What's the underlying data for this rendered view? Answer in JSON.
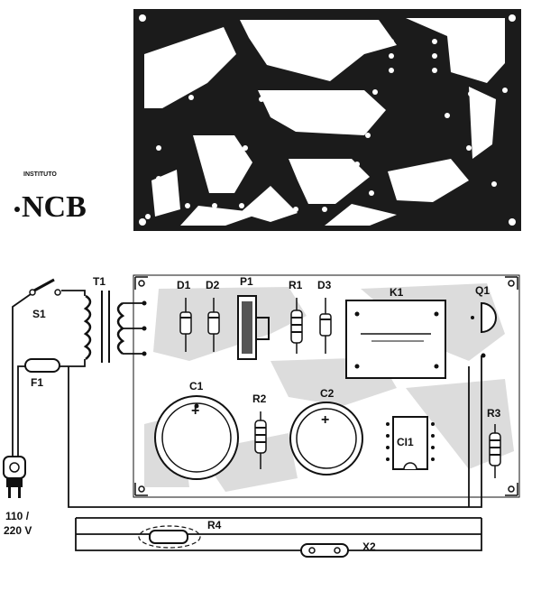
{
  "logo": {
    "top_text": "INSTITUTO",
    "main_text": "NCB"
  },
  "labels": {
    "t1": "T1",
    "s1": "S1",
    "f1": "F1",
    "voltage_line1": "110 /",
    "voltage_line2": "220 V",
    "d1": "D1",
    "d2": "D2",
    "p1": "P1",
    "r1": "R1",
    "d3": "D3",
    "k1": "K1",
    "q1": "Q1",
    "c1": "C1",
    "r2": "R2",
    "c2": "C2",
    "ci1": "CI1",
    "r3": "R3",
    "r4": "R4",
    "x2": "X2"
  },
  "colors": {
    "copper": "#1a1a1a",
    "board": "#ffffff",
    "silk": "#c9c9c9",
    "ink": "#111111"
  }
}
